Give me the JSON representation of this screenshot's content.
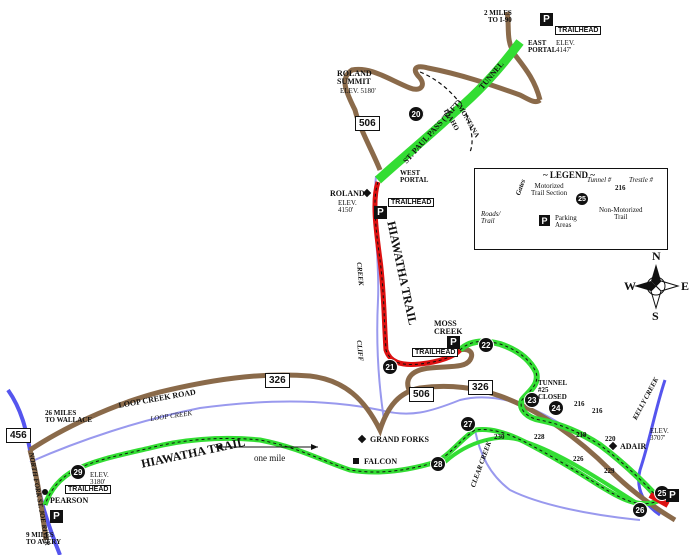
{
  "labels": {
    "miles_to_i90": "2 MILES\nTO I-90",
    "trailhead": "TRAILHEAD",
    "east_portal": "EAST\nPORTAL",
    "east_elev": "ELEV.\n4147'",
    "tunnel": "TUNNEL",
    "st_paul_pass": "ST. PAUL PASS (TAFT)",
    "roland_summit": "ROLAND\nSUMMIT",
    "roland_summit_elev": "ELEV. 5180'",
    "montana": "MONTANA",
    "idaho": "IDAHO",
    "west_portal": "WEST\nPORTAL",
    "roland": "ROLAND",
    "roland_elev": "ELEV.\n4150'",
    "hiawatha_trail_upper": "HIAWATHA TRAIL",
    "cliff_creek_a": "CREEK",
    "cliff_creek_b": "CLIFF",
    "moss_creek": "MOSS\nCREEK",
    "loop_creek_road": "LOOP          CREEK          ROAD",
    "loop_creek": "LOOP                    CREEK",
    "to_wallace": "26 MILES\nTO WALLACE",
    "hiawatha_trail_lower": "HIAWATHA TRAIL",
    "one_mile": "one mile",
    "grand_forks": "GRAND FORKS",
    "falcon": "FALCON",
    "pearson": "PEARSON",
    "pearson_elev": "ELEV.\n3180'",
    "to_avery": "9 MILES\nTO AVERY",
    "nfsj_river": "NORTH  FORK  ST. JOE  RIVER",
    "tunnel_25": "TUNNEL\n#25\nCLOSED",
    "clear_creek": "CLEAR  CREEK",
    "kelly_creek": "KELLY  CREEK",
    "adair": "ADAIR",
    "adair_elev": "ELEV.\n3707'"
  },
  "routes": {
    "r456": "456",
    "r326a": "326",
    "r326b": "326",
    "r506a": "506",
    "r506b": "506",
    "r20": "20"
  },
  "tunnel_numbers": {
    "t20": "20",
    "t21": "21",
    "t22": "22",
    "t23": "23",
    "t24": "24",
    "t25": "25",
    "t26": "26",
    "t27": "27",
    "t28": "28",
    "t29": "29"
  },
  "trestle_numbers": {
    "tr216a": "216",
    "tr216b": "216",
    "tr220": "220",
    "tr228": "228",
    "tr229": "229",
    "tr230": "230",
    "tr226": "226",
    "tr219": "219"
  },
  "legend": {
    "title": "~ LEGEND ~",
    "gates": "Gates",
    "motorized": "Motorized\nTrail Section",
    "tunnel_hash": "Tunnel #",
    "trestle_hash": "Trestle #",
    "tunnel_num": "25",
    "trestle_num": "216",
    "roads_trail": "Roads/\nTrail",
    "parking": "Parking\nAreas",
    "non_motorized": "Non-Motorized\nTrail",
    "p": "P"
  },
  "compass": {
    "n": "N",
    "s": "S",
    "e": "E",
    "w": "W"
  },
  "parking": "P",
  "colors": {
    "road": "#8a6a4a",
    "trail_green": "#33dd33",
    "motorized_red": "#dd1111",
    "river": "#5555ee",
    "creek": "#9999ee",
    "ink": "#111111"
  }
}
